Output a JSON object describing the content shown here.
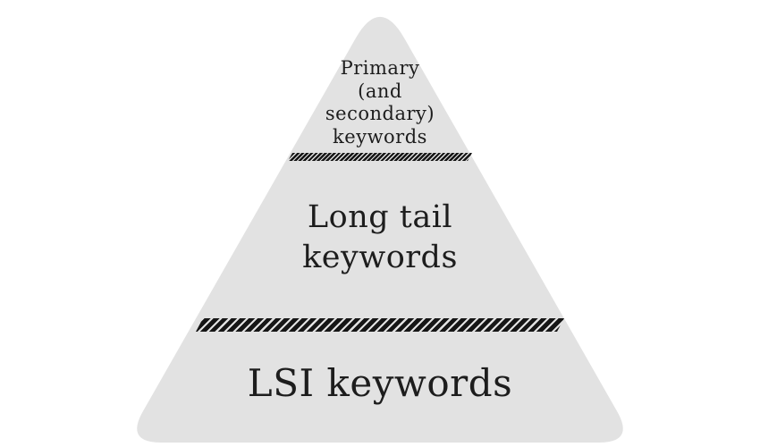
{
  "pyramid": {
    "colors": {
      "background": "#ffffff",
      "triangle_fill": "#e2e2e2",
      "text": "#1d1d1d",
      "rope": "#161616"
    },
    "tiers": [
      {
        "name": "primary-keywords",
        "label": "Primary (and secondary) keywords",
        "lines": [
          "Primary",
          "(and",
          "secondary)",
          "keywords"
        ]
      },
      {
        "name": "long-tail-keywords",
        "label": "Long tail keywords",
        "lines": [
          "Long tail",
          "keywords"
        ]
      },
      {
        "name": "lsi-keywords",
        "label": "LSI keywords",
        "lines": [
          "LSI keywords"
        ]
      }
    ]
  }
}
